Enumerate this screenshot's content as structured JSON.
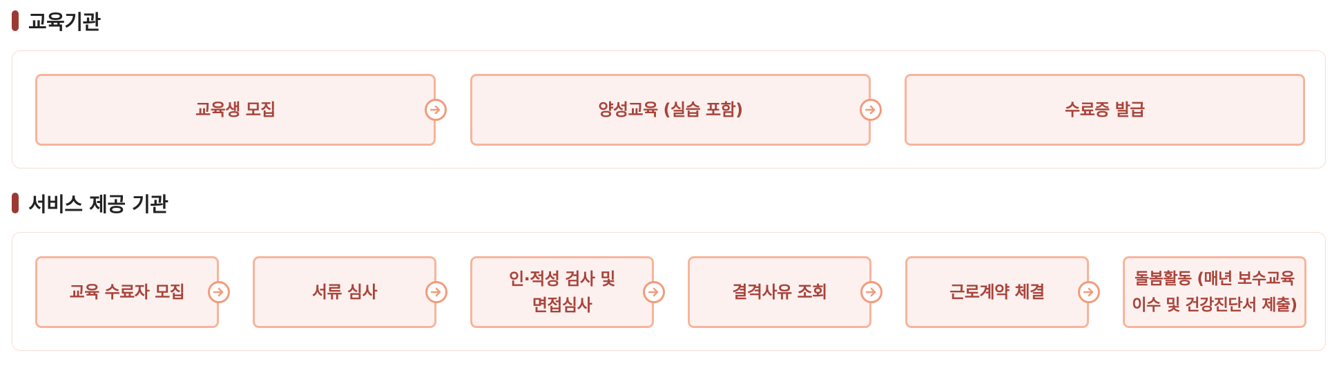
{
  "colors": {
    "accent_bar": "#9b3a32",
    "step_border": "#f7b49b",
    "step_fill": "#fdf1ef",
    "step_text": "#a8433a",
    "arrow": "#f39a7b",
    "panel_border": "#f8dcd3"
  },
  "sections": [
    {
      "title": "교육기관",
      "steps": [
        {
          "label": "교육생 모집"
        },
        {
          "label": "양성교육 (실습 포함)"
        },
        {
          "label": "수료증 발급"
        }
      ]
    },
    {
      "title": "서비스 제공 기관",
      "steps": [
        {
          "label": "교육 수료자 모집"
        },
        {
          "label": "서류 심사"
        },
        {
          "label": "인·적성 검사 및\n면접심사"
        },
        {
          "label": "결격사유 조회"
        },
        {
          "label": "근로계약 체결"
        },
        {
          "label": "돌봄활동 (매년 보수교육\n이수 및 건강진단서 제출)"
        }
      ]
    }
  ],
  "icons": {
    "connector": "arrow-right-circle-icon"
  }
}
